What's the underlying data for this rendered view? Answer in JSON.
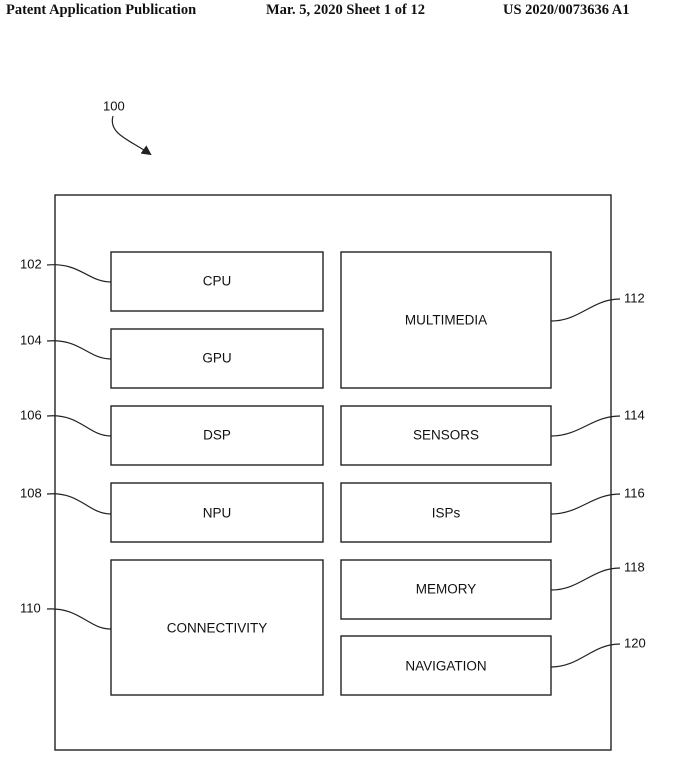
{
  "header": {
    "left": "Patent Application Publication",
    "middle": "Mar. 5, 2020   Sheet 1 of 12",
    "right": "US 2020/0073636 A1"
  },
  "figure": {
    "ref_main": "100",
    "blocks": [
      {
        "id": "cpu",
        "label": "CPU",
        "ref": "102"
      },
      {
        "id": "gpu",
        "label": "GPU",
        "ref": "104"
      },
      {
        "id": "dsp",
        "label": "DSP",
        "ref": "106"
      },
      {
        "id": "npu",
        "label": "NPU",
        "ref": "108"
      },
      {
        "id": "connectivity",
        "label": "CONNECTIVITY",
        "ref": "110"
      },
      {
        "id": "multimedia",
        "label": "MULTIMEDIA",
        "ref": "112"
      },
      {
        "id": "sensors",
        "label": "SENSORS",
        "ref": "114"
      },
      {
        "id": "isps",
        "label": "ISPs",
        "ref": "116"
      },
      {
        "id": "memory",
        "label": "MEMORY",
        "ref": "118"
      },
      {
        "id": "navigation",
        "label": "NAVIGATION",
        "ref": "120"
      }
    ]
  }
}
